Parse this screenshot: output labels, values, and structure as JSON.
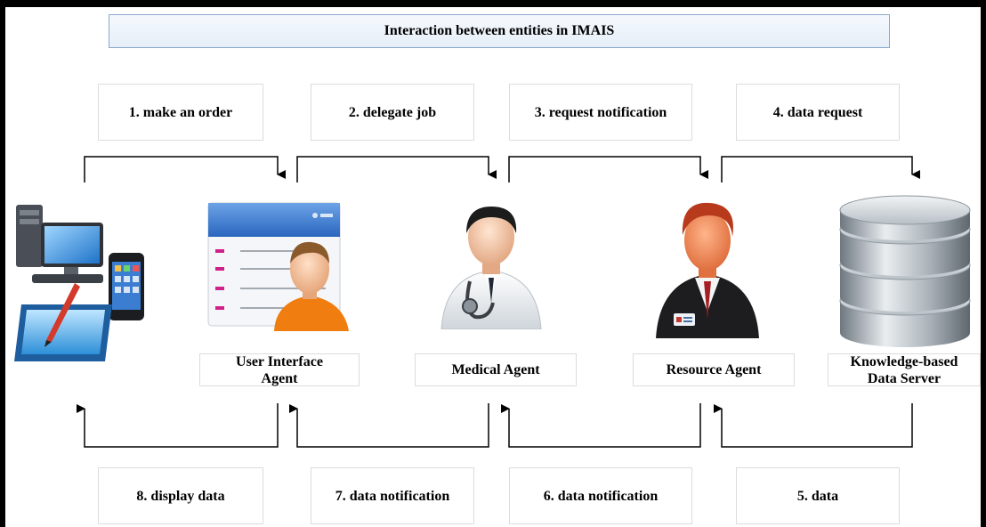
{
  "title": "Interaction between entities in IMAIS",
  "steps_forward": [
    {
      "label": "1. make an order"
    },
    {
      "label": "2. delegate job"
    },
    {
      "label": "3. request notification"
    },
    {
      "label": "4. data request"
    }
  ],
  "steps_return": [
    {
      "label": "8. display data"
    },
    {
      "label": "7. data notification"
    },
    {
      "label": "6. data notification"
    },
    {
      "label": "5. data"
    }
  ],
  "entities": {
    "devices": {
      "icon": "user-devices-icon"
    },
    "ui_agent": {
      "label_line1": "User Interface",
      "label_line2": "Agent",
      "icon": "user-interface-agent-icon"
    },
    "medical_agent": {
      "label": "Medical Agent",
      "icon": "doctor-icon"
    },
    "resource_agent": {
      "label": "Resource Agent",
      "icon": "businessman-icon"
    },
    "data_server": {
      "label_line1": "Knowledge-based",
      "label_line2": "Data Server",
      "icon": "database-icon"
    }
  },
  "colors": {
    "arrow": "#000000",
    "title_border": "#8aa9c8",
    "ui_header": "#3d78c9",
    "ui_bullet": "#d0208a",
    "agent_shirt": "#f07d10",
    "resource_hair": "#c0391b",
    "database": "#9aa3ab"
  }
}
